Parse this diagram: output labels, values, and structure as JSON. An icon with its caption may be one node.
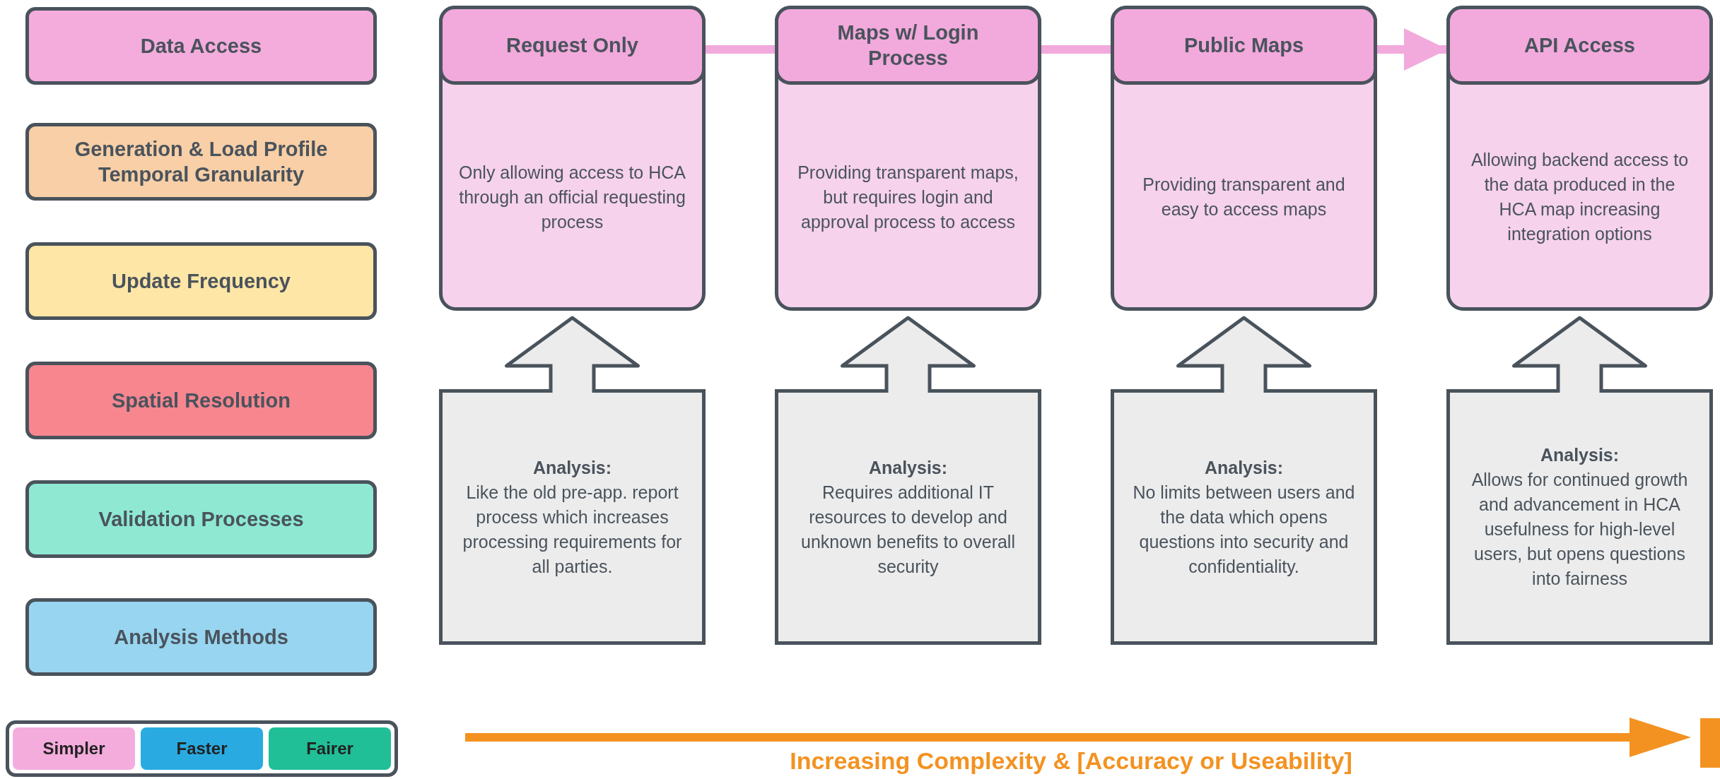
{
  "diagram": {
    "nodes": [
      {
        "text": [
          "Data Access"
        ]
      },
      {
        "text": [
          "Generation & Load Profile Temporal Granularity"
        ]
      },
      {
        "text": [
          "Update Frequency"
        ]
      },
      {
        "text": [
          "Spatial Resolution"
        ]
      },
      {
        "text": [
          "Validation Processes"
        ]
      },
      {
        "text": [
          "Analysis Methods"
        ]
      },
      {
        "text": [
          "Request Only",
          "Only allowing access to HCA through an official requesting process"
        ]
      },
      {
        "text": [
          "Maps w/ Login Process",
          "Providing transparent maps, but requires login and approval process to access"
        ]
      },
      {
        "text": [
          "Public Maps",
          "Providing transparent and easy to access maps"
        ]
      },
      {
        "text": [
          "API Access",
          "Allowing backend access to the data produced in the HCA map increasing integration options"
        ]
      },
      {
        "text": [
          "Analysis:",
          "Like the old pre-app. report process which increases processing requirements for all parties."
        ]
      },
      {
        "text": [
          "Analysis:",
          "Requires additional IT resources to develop and unknown benefits to overall security"
        ]
      },
      {
        "text": [
          "Analysis:",
          "No limits between users and the data which opens questions into security and confidentiality."
        ]
      },
      {
        "text": [
          "Analysis:",
          "Allows for continued growth and advancement in HCA usefulness for high-level users, but opens questions into fairness"
        ]
      }
    ],
    "edges": [
      {
        "from": 6,
        "to": 7,
        "arrow": "none",
        "color": "#f2a9dc"
      },
      {
        "from": 7,
        "to": 8,
        "arrow": "none",
        "color": "#f2a9dc"
      },
      {
        "from": 8,
        "to": 9,
        "arrow": "to",
        "color": "#f2a9dc"
      },
      {
        "from": 10,
        "to": 6,
        "arrow": "to"
      },
      {
        "from": 11,
        "to": 7,
        "arrow": "to"
      },
      {
        "from": 12,
        "to": 8,
        "arrow": "to"
      },
      {
        "from": 13,
        "to": 9,
        "arrow": "to"
      }
    ],
    "labels": [
      "Increasing Complexity & [Accuracy or Useability]"
    ],
    "legend": [
      {
        "text": "Simpler",
        "color": "#f4acdd"
      },
      {
        "text": "Faster",
        "color": "#29abe2"
      },
      {
        "text": "Fairer",
        "color": "#20bf97"
      }
    ]
  }
}
